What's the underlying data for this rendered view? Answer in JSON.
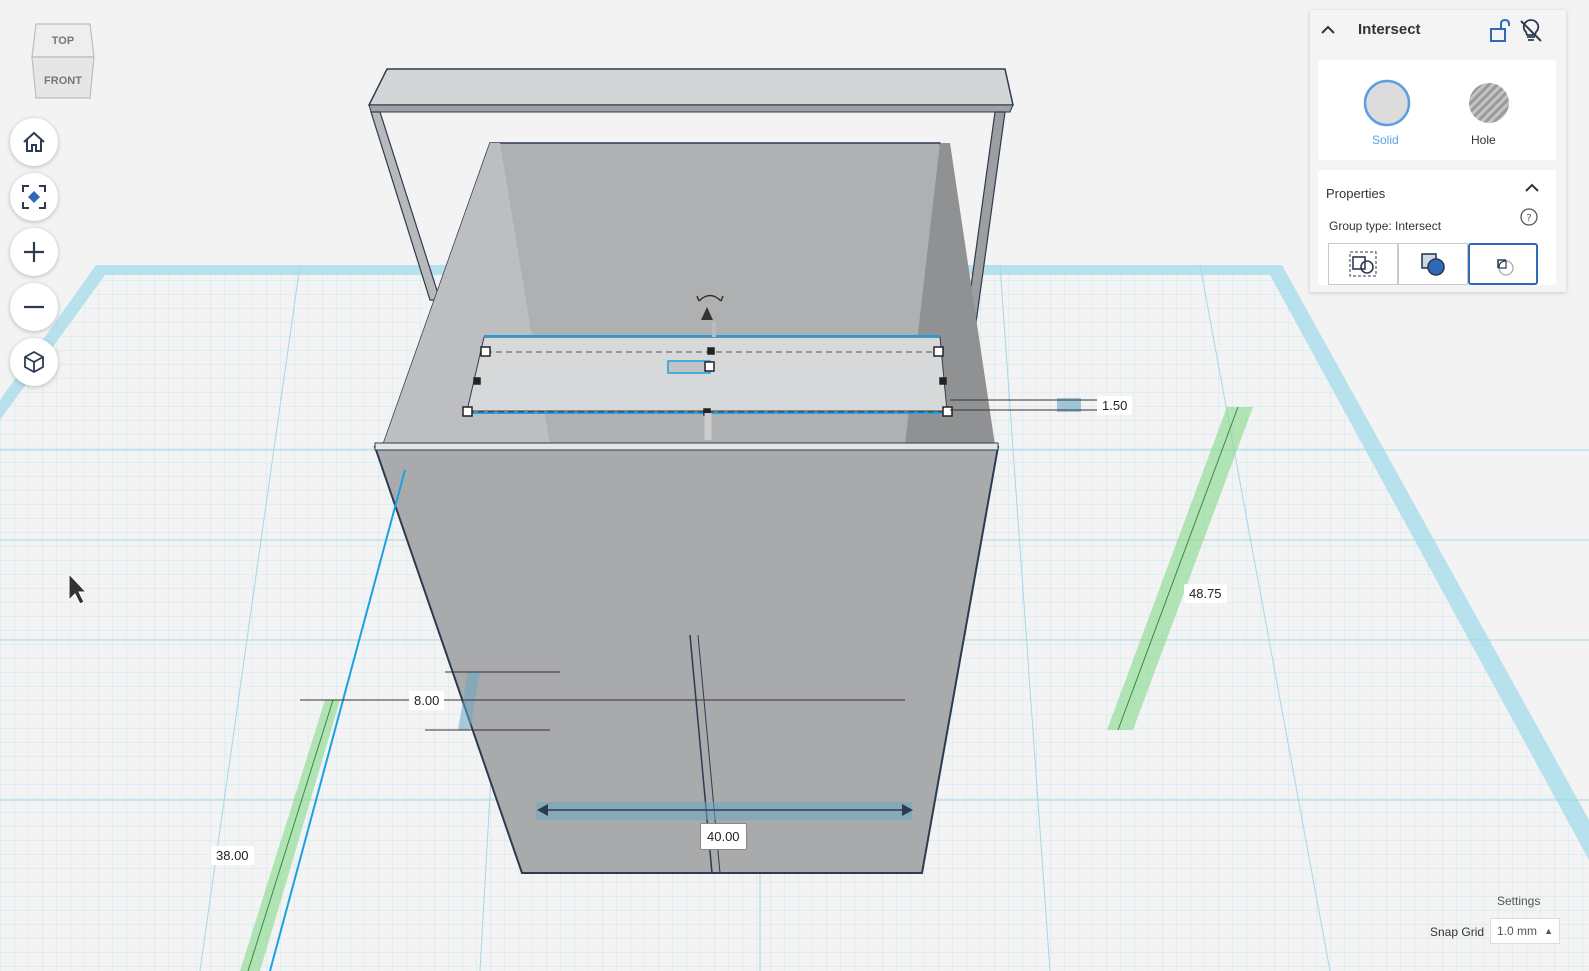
{
  "viewcube": {
    "top_label": "TOP",
    "front_label": "FRONT"
  },
  "nav": {
    "home_icon": "home-icon",
    "fit_icon": "fit-view-icon",
    "zoom_in_icon": "plus-icon",
    "zoom_out_icon": "minus-icon",
    "ortho_icon": "cube-icon"
  },
  "inspector": {
    "title": "Intersect",
    "solid_label": "Solid",
    "hole_label": "Hole",
    "properties_title": "Properties",
    "group_type": "Group type: Intersect",
    "group_buttons": [
      "union-icon",
      "subtract-icon",
      "intersect-icon"
    ],
    "active_group_button": 2,
    "accent_color": "#2f6ab8",
    "solid_color": "#5aa0e0"
  },
  "dimensions": {
    "thickness": "1.50",
    "depth": "48.75",
    "height": "8.00",
    "width": "40.00",
    "position_x": "38.00"
  },
  "footer": {
    "settings_label": "Settings",
    "snap_grid_label": "Snap Grid",
    "snap_grid_value": "1.0 mm"
  },
  "colors": {
    "grid": "#bfe6f0",
    "workplane_border": "#9fd8ea",
    "model_face": "#a9abad",
    "model_edge": "#2d3b52",
    "selection": "#1ba1e2",
    "ruler_green": "#86d98a"
  }
}
